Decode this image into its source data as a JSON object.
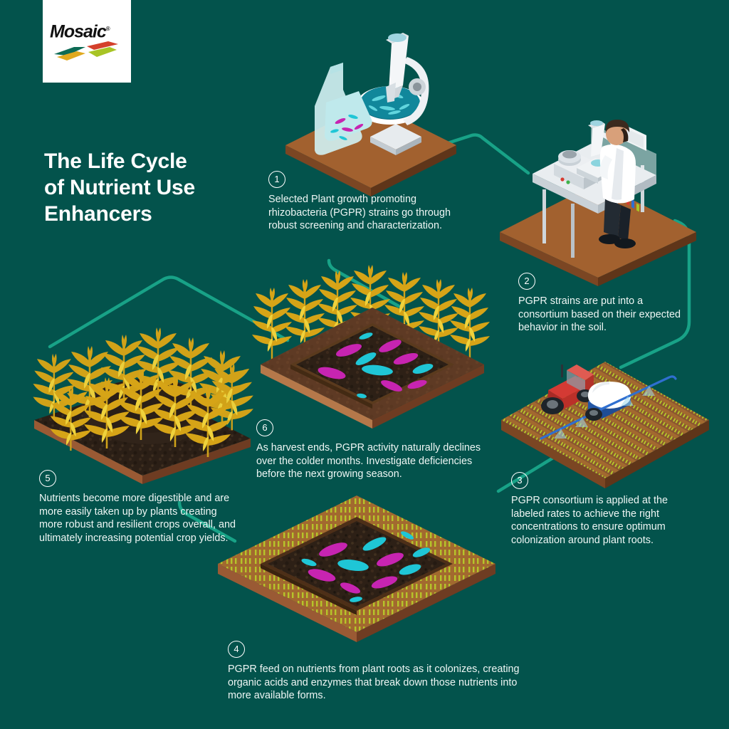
{
  "background_color": "#03534c",
  "connector_color": "#18a287",
  "brand": {
    "logo_name": "mosaic-logo",
    "wordmark": "Mosaic",
    "registered_mark": "®",
    "tile_colors": [
      "#0d6b55",
      "#d4402b",
      "#e0a91e",
      "#a8c425"
    ]
  },
  "headline": {
    "line1": "The Life Cycle",
    "line2": "of Nutrient Use",
    "line3": "Enhancers"
  },
  "steps": [
    {
      "number": "1",
      "text": "Selected Plant growth promoting rhizobacteria (PGPR) strains go through robust screening and characterization.",
      "scene": "laboratory-bench-flask-microscope"
    },
    {
      "number": "2",
      "text": "PGPR strains are put into a consortium based on their expected behavior in the soil.",
      "scene": "scientist-at-lab-bench"
    },
    {
      "number": "3",
      "text": "PGPR consortium is applied at the labeled rates to achieve the right concentrations to ensure optimum colonization around plant roots.",
      "scene": "tractor-with-sprayer-in-field"
    },
    {
      "number": "4",
      "text": "PGPR feed on nutrients from plant roots as it colonizes, creating organic acids and enzymes that break down those nutrients into more available forms.",
      "scene": "soil-cross-section-with-bacteria"
    },
    {
      "number": "5",
      "text": "Nutrients become more digestible and are more easily taken up by plants creating more robust and resilient crops overall, and ultimately increasing potential crop yields.",
      "scene": "mature-corn-field-plot"
    },
    {
      "number": "6",
      "text": "As harvest ends, PGPR activity naturally declines over the colder months. Investigate deficiencies before the next growing season.",
      "scene": "corn-plot-with-soil-bacteria"
    }
  ],
  "palette": {
    "soil_dark": "#2a1d14",
    "platform_brown": "#9a5a34",
    "platform_brown_dark": "#6e3c22",
    "corn_gold": "#d6a417",
    "corn_yellow": "#efd23c",
    "bacteria_magenta": "#c724b1",
    "bacteria_cyan": "#1fc6d6",
    "lab_white": "#f2f4f6",
    "tractor_red": "#d43a34",
    "sprayer_blue": "#2f6fd0"
  }
}
